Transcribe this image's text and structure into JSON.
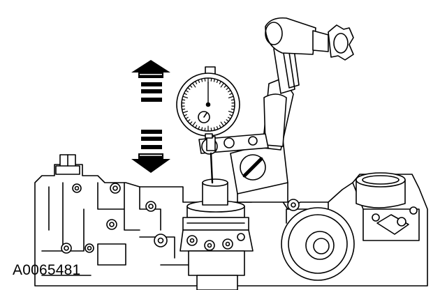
{
  "figure": {
    "id_label": "A0065481",
    "subject": "dial-indicator-on-magnetic-base-measuring-engine-component",
    "motion_indicator": "double-arrow-up-down"
  },
  "colors": {
    "line": "#000000",
    "fill": "#ffffff"
  }
}
